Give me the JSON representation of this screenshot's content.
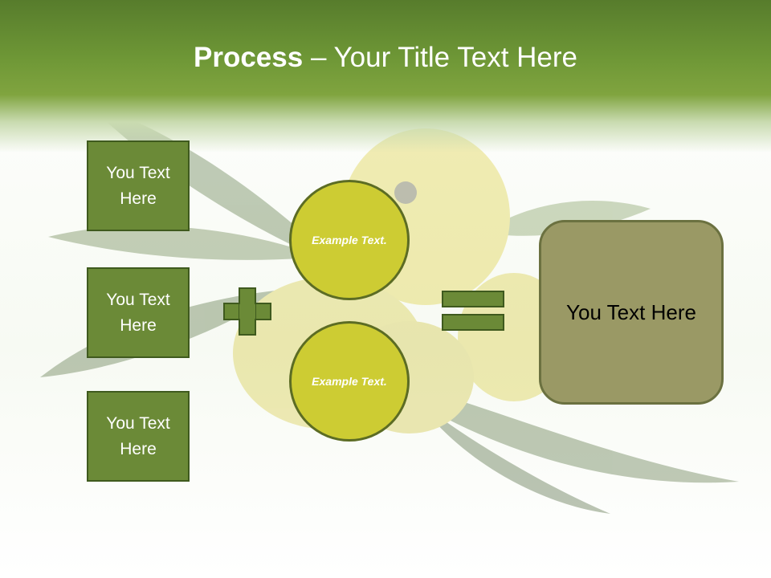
{
  "title": {
    "bold": "Process",
    "rest": " – Your Title Text Here"
  },
  "left_boxes": [
    {
      "label": "You Text Here"
    },
    {
      "label": "You Text Here"
    },
    {
      "label": "You Text Here"
    }
  ],
  "circles": [
    {
      "label": "Example Text."
    },
    {
      "label": "Example Text."
    }
  ],
  "result": {
    "label": "You Text Here"
  },
  "colors": {
    "header_green": "#6e9736",
    "box_green": "#6b8a37",
    "circle_yellow": "#cdcc33",
    "result_olive": "#9a9965"
  }
}
